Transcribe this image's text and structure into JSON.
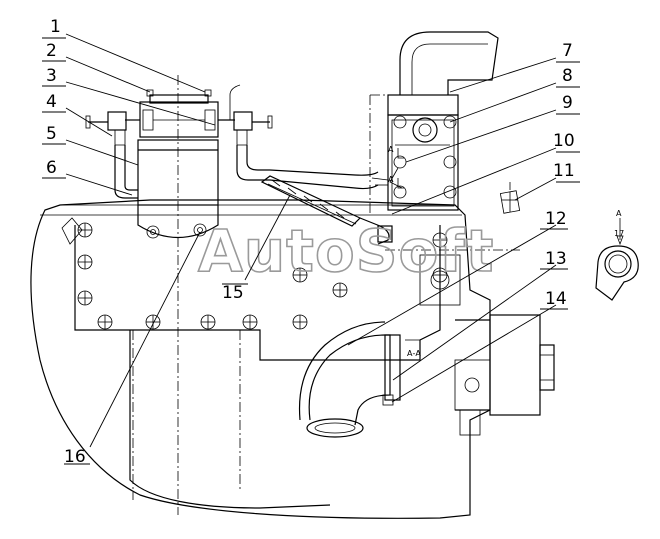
{
  "watermark": "AutoSoft",
  "callouts": [
    "1",
    "2",
    "3",
    "4",
    "5",
    "6",
    "7",
    "8",
    "9",
    "10",
    "11",
    "12",
    "13",
    "14",
    "15",
    "16"
  ],
  "section_labels": {
    "a_upper": "A",
    "a_lower": "A",
    "section_view": "А-А",
    "view_arrow_1": "A",
    "view_arrow_2": "17"
  }
}
